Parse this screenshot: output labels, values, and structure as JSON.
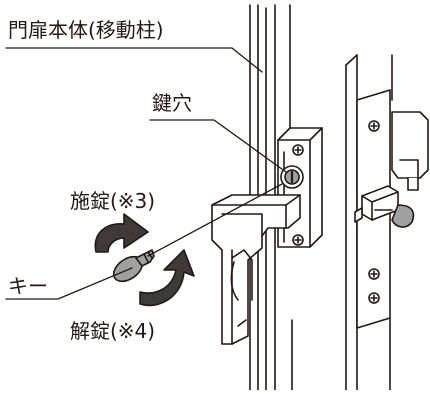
{
  "labels": {
    "gate_body": "門扉本体(移動柱)",
    "keyhole": "鍵穴",
    "lock": "施錠(※3)",
    "key": "キー",
    "unlock": "解錠(※4)"
  },
  "colors": {
    "line": "#231815",
    "fill_light": "#ffffff",
    "fill_gray": "#c9caca",
    "fill_mid": "#9fa0a0",
    "fill_dark": "#595757"
  },
  "icons": {
    "lock_arrow": "clockwise-arrow-icon",
    "unlock_arrow": "counterclockwise-arrow-icon",
    "key": "key-icon",
    "screw": "phillips-screw-icon"
  }
}
